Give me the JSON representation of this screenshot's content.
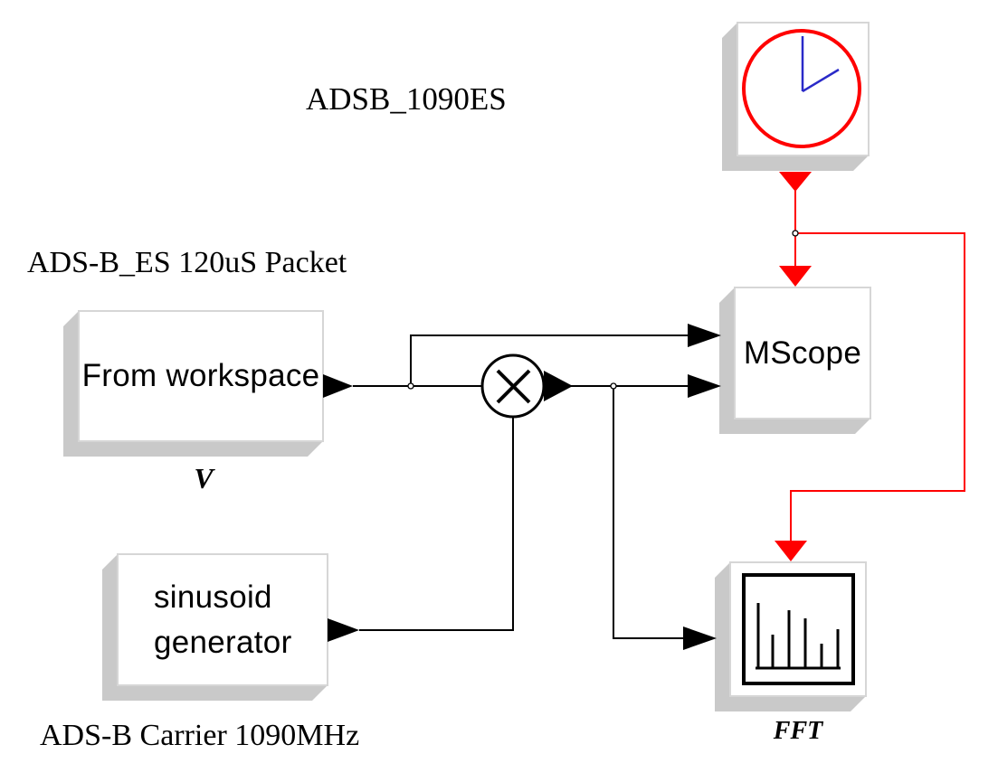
{
  "diagram": {
    "title": "ADSB_1090ES",
    "annotations": {
      "packet_label": "ADS-B_ES 120uS Packet",
      "carrier_label": "ADS-B Carrier 1090MHz"
    },
    "blocks": {
      "clock": {
        "icon": "clock-icon"
      },
      "from_workspace": {
        "label": "From workspace",
        "name": "V"
      },
      "sinusoid_generator": {
        "label_lines": [
          "sinusoid",
          "generator"
        ]
      },
      "multiplier": {
        "icon": "multiply-icon"
      },
      "mscope": {
        "label": "MScope"
      },
      "fft": {
        "icon": "spectrum-analyzer-icon",
        "name": "FFT"
      }
    },
    "colors": {
      "timing_wire_red": "#FF0000",
      "signal_wire_black": "#000000",
      "clock_hands_blue": "#2A2AC8",
      "block_shadow_gray": "#C9C9C9",
      "block_border_gray": "#D6D6D6",
      "block_fill": "#FFFFFF",
      "canvas_bg": "#FFFFFF"
    }
  }
}
